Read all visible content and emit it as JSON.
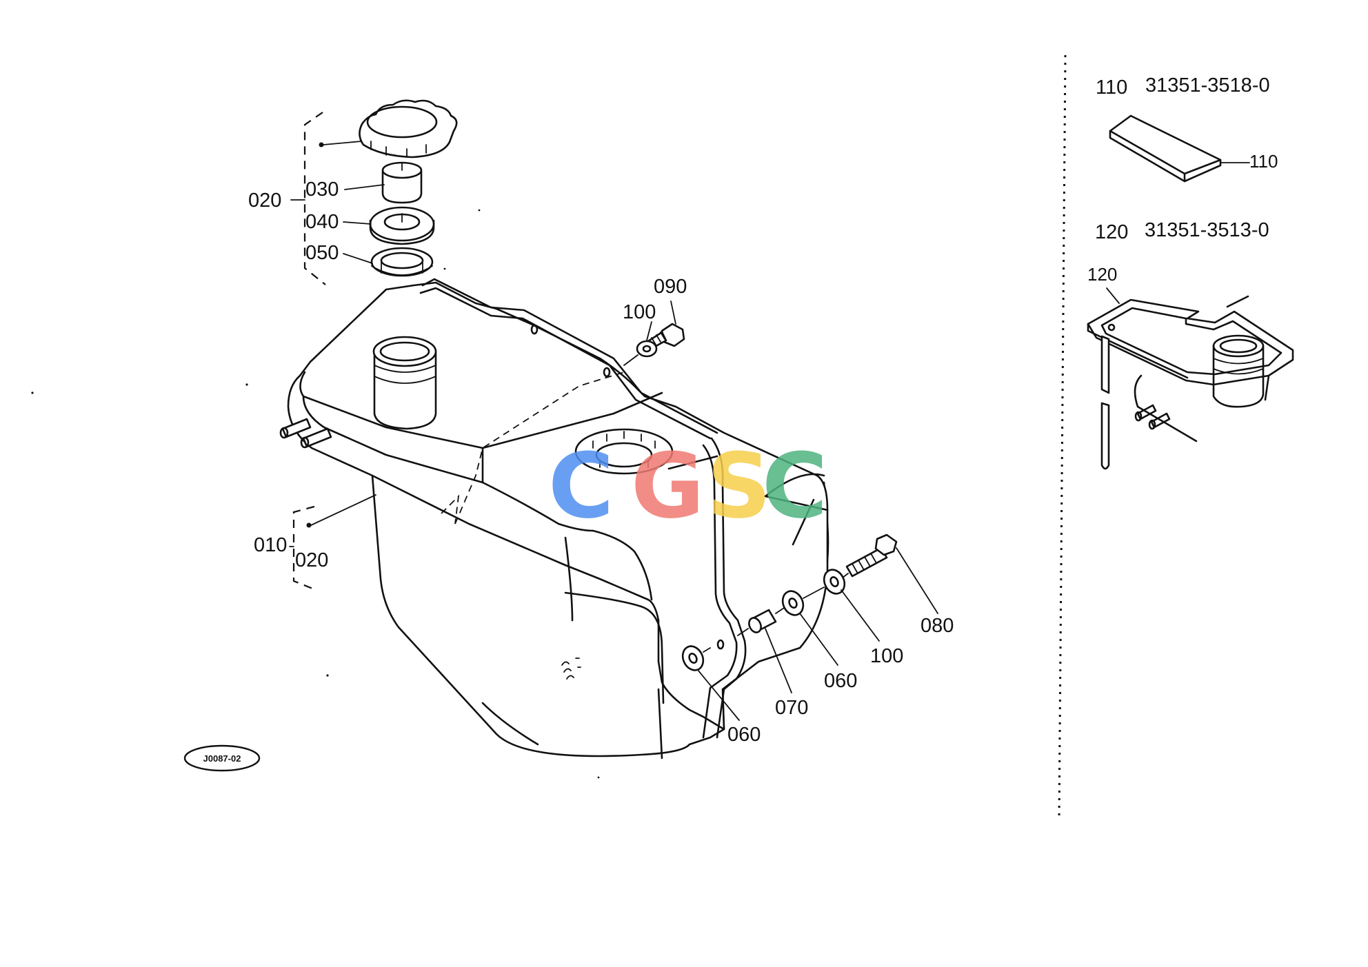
{
  "diagram_code": "J0087-02",
  "callouts": {
    "c010": "010",
    "c020_lower": "020",
    "c020_upper": "020",
    "c030": "030",
    "c040": "040",
    "c050": "050",
    "c060_a": "060",
    "c060_b": "060",
    "c070": "070",
    "c080": "080",
    "c090": "090",
    "c100_a": "100",
    "c100_b": "100",
    "c110_detail": "110",
    "c120_detail": "120"
  },
  "part_list": [
    {
      "no": "110",
      "part_number": "31351-3518-0"
    },
    {
      "no": "120",
      "part_number": "31351-3513-0"
    }
  ],
  "watermark": {
    "letters": [
      "C",
      "G",
      "S",
      "C"
    ],
    "colors": [
      "#4f8ff0",
      "#ef7a72",
      "#f6cf4c",
      "#4fb380"
    ]
  }
}
